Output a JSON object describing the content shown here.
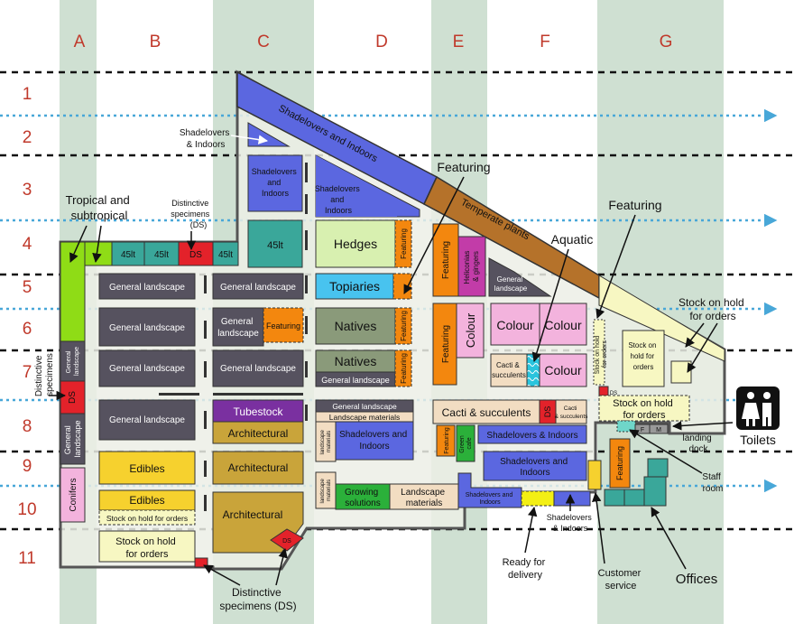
{
  "columns": [
    "A",
    "B",
    "C",
    "D",
    "E",
    "F",
    "G"
  ],
  "rows": [
    "1",
    "2",
    "3",
    "4",
    "5",
    "6",
    "7",
    "8",
    "9",
    "10",
    "11"
  ],
  "zones": {
    "shade_band": "Shadelovers and Indoors",
    "shade_small": "Shadelovers & Indoors",
    "temperate": "Temperate plants",
    "shadelovers_c3": [
      "Shadelovers",
      "and",
      "Indoors"
    ],
    "shadelovers_d3": [
      "Shadelovers",
      "and",
      "Indoors"
    ],
    "c4_45lt": "45lt",
    "b4_45lt_a": "45lt",
    "b4_45lt_b": "45lt",
    "b4_ds": "DS",
    "c4_45lt_b": "45lt",
    "tropical": "",
    "gl_b5": "General landscape",
    "gl_c5": "General landscape",
    "gl_b6": "General landscape",
    "gl_c6": [
      "General",
      "landscape"
    ],
    "featuring_c6": "Featuring",
    "gl_b7": "General landscape",
    "gl_c7": "General landscape",
    "gl_b8": "General landscape",
    "tubestock": "Tubestock",
    "architectural_c8": "Architectural",
    "architectural_c9": "Architectural",
    "architectural_c10": "Architectural",
    "ds_c10": "DS",
    "edibles_b9": "Edibles",
    "edibles_b10": "Edibles",
    "stock_hold_b10": "Stock on hold for orders",
    "stock_hold_b11": [
      "Stock on hold",
      "for orders"
    ],
    "a_gl_7": [
      "General",
      "landscape"
    ],
    "a_ds": "DS",
    "a_gl_8": [
      "General",
      "landscape"
    ],
    "conifers": "Conifers",
    "hedges": "Hedges",
    "topiaries": "Topiaries",
    "natives_6": "Natives",
    "natives_7": "Natives",
    "gl_d7": "General landscape",
    "featuring_d4": "Featuring",
    "featuring_d6": "Featuring",
    "featuring_d7": "Featuring",
    "gl_d8": "General landscape",
    "landscape_materials_d8": "Landscape materials",
    "landscape_materials_v": [
      "landscape",
      "materials"
    ],
    "shadelovers_d8": [
      "Shadelovers and",
      "Indoors"
    ],
    "landscape_materials_v2": [
      "landscape",
      "materials"
    ],
    "growing": [
      "Growing",
      "solutions"
    ],
    "landscape_materials_d10": [
      "Landscape",
      "materials"
    ],
    "featuring_e4": "Featuring",
    "heliconias": [
      "Heliconias",
      "& gingers"
    ],
    "gl_e5": [
      "General",
      "landscape"
    ],
    "featuring_e6": "Featuring",
    "colour_e6": "Colour",
    "colour_f6a": "Colour",
    "colour_f6b": "Colour",
    "colour_f7": "Colour",
    "cacti_f7": [
      "Cacti &",
      "succulents"
    ],
    "cacti_e8": "Cacti & succulents",
    "ds_f8": "DS",
    "cacti_f8_small": [
      "Cacti",
      "& succulents"
    ],
    "featuring_e9": "Featuring",
    "green_cafe": [
      "Green",
      "cafe"
    ],
    "shadelovers_f8": "Shadelovers & Indoors",
    "shadelovers_f9": [
      "Shadelovers and",
      "Indoors"
    ],
    "shadelovers_e10": [
      "Shadelovers and",
      "Indoors"
    ],
    "stock_g6": [
      "Stock on hold",
      "for orders"
    ],
    "stock_g7": [
      "Stock on",
      "hold for",
      "orders"
    ],
    "stock_g8": [
      "Stock on hold",
      "for orders"
    ],
    "ds_g7": "DS",
    "featuring_g9": "Featuring",
    "f_label": "F",
    "m_label": "M",
    "landing_dock": [
      "landing",
      "dock"
    ]
  },
  "annotations": {
    "shadelovers_indoors": [
      "Shadelovers",
      "& Indoors"
    ],
    "tropical": [
      "Tropical and",
      "subtropical"
    ],
    "distinctive_top": [
      "Distinctive",
      "specimens",
      "(DS)"
    ],
    "distinctive_left": [
      "Distinctive",
      "specimens"
    ],
    "featuring_1": "Featuring",
    "featuring_2": "Featuring",
    "aquatic": "Aquatic",
    "stock_on_hold": [
      "Stock on hold",
      "for orders"
    ],
    "toilets": "Toilets",
    "staff_room": [
      "Staff",
      "room"
    ],
    "offices": "Offices",
    "customer_service": [
      "Customer",
      "service"
    ],
    "ready_for_delivery": [
      "Ready for",
      "delivery"
    ],
    "shadelovers_bottom": [
      "Shadelovers",
      "& Indoors"
    ],
    "distinctive_bottom": [
      "Distinctive",
      "specimens (DS)"
    ]
  },
  "colors": {
    "column_stripe": "#cfe0d2",
    "grid_red": "#c0392b",
    "shade_blue": "#5b67e0",
    "gl_grey": "#56525f",
    "teal": "#3aa79a",
    "brown": "#b5722a",
    "yellow": "#f6d12e",
    "orange": "#f3870e",
    "magenta": "#c23ca8",
    "pink": "#f3b3dd",
    "lime": "#8fdc16",
    "green": "#8a9a7a",
    "red": "#e3222a"
  }
}
